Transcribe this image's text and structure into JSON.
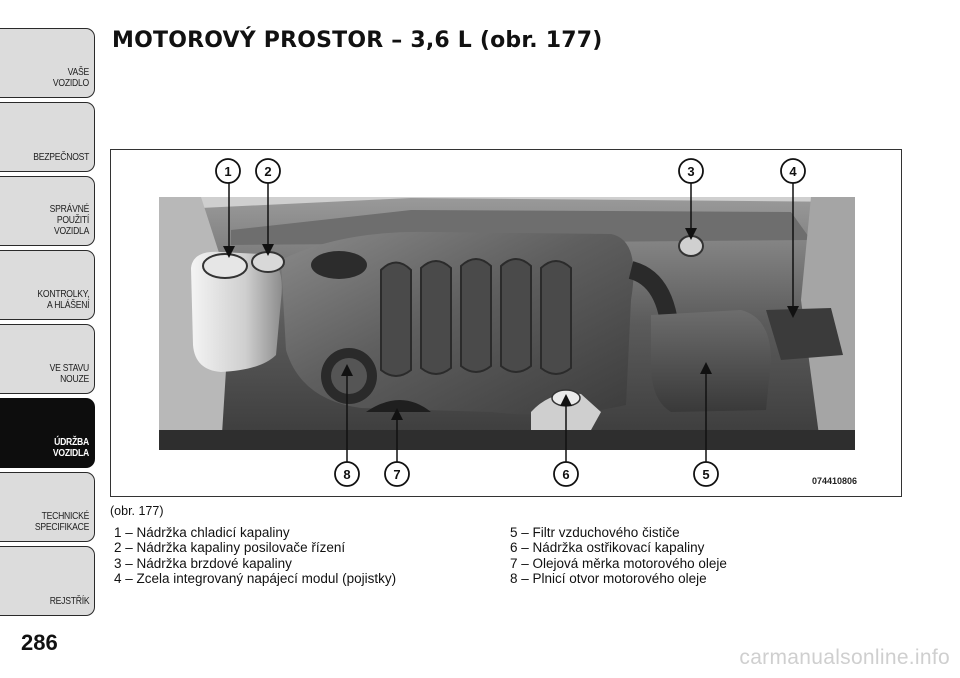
{
  "sidebar": {
    "tabs": [
      {
        "label": "VAŠE\nVOZIDLO",
        "active": false
      },
      {
        "label": "BEZPEČNOST",
        "active": false
      },
      {
        "label": "SPRÁVNÉ\nPOUŽITÍ\nVOZIDLA",
        "active": false
      },
      {
        "label": "KONTROLKY,\nA HLÁŠENÍ",
        "active": false
      },
      {
        "label": "VE STAVU\nNOUZE",
        "active": false
      },
      {
        "label": "ÚDRŽBA\nVOZIDLA",
        "active": true
      },
      {
        "label": "TECHNICKÉ\nSPECIFIKACE",
        "active": false
      },
      {
        "label": "REJSTŘÍK",
        "active": false
      }
    ]
  },
  "page": {
    "title": "MOTOROVÝ PROSTOR – 3,6 L (obr.  177)",
    "number": "286"
  },
  "figure": {
    "code": "074410806",
    "caption": "(obr. 177)",
    "callouts": [
      "1",
      "2",
      "3",
      "4",
      "5",
      "6",
      "7",
      "8"
    ]
  },
  "legend": {
    "left": [
      "1 – Nádržka chladicí kapaliny",
      "2 – Nádržka kapaliny posilovače řízení",
      "3 – Nádržka brzdové kapaliny",
      "4 – Zcela integrovaný napájecí modul (pojistky)"
    ],
    "right": [
      "5 – Filtr vzduchového čističe",
      "6 – Nádržka ostřikovací kapaliny",
      "7 – Olejová měrka motorového oleje",
      "8 – Plnicí otvor motorového oleje"
    ]
  },
  "watermark": "carmanualsonline.info"
}
